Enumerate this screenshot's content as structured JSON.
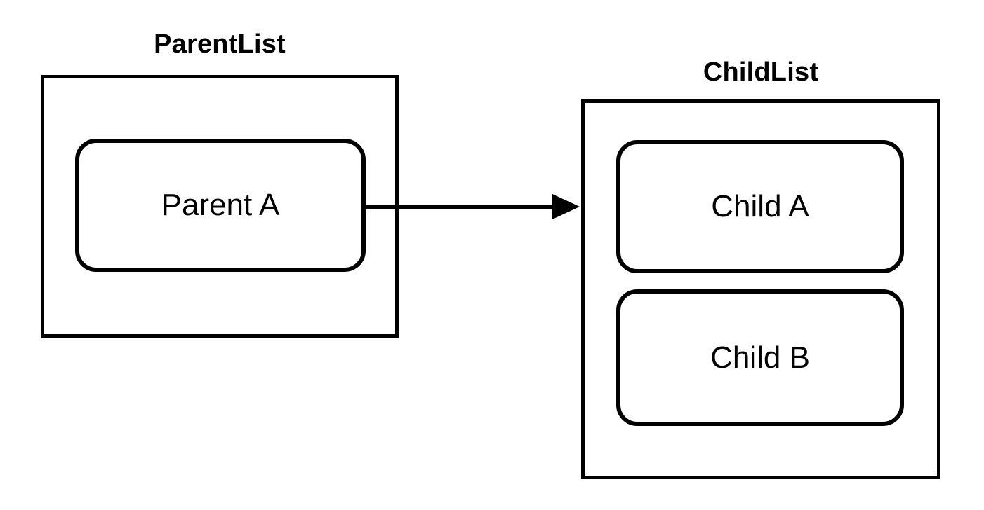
{
  "diagram": {
    "background_color": "#ffffff",
    "stroke_color": "#000000",
    "parent_list": {
      "title": "ParentList",
      "nodes": [
        {
          "label": "Parent A"
        }
      ]
    },
    "child_list": {
      "title": "ChildList",
      "nodes": [
        {
          "label": "Child A"
        },
        {
          "label": "Child B"
        }
      ]
    },
    "arrow": {
      "from": "Parent A",
      "to": "ChildList",
      "direction": "right"
    }
  }
}
